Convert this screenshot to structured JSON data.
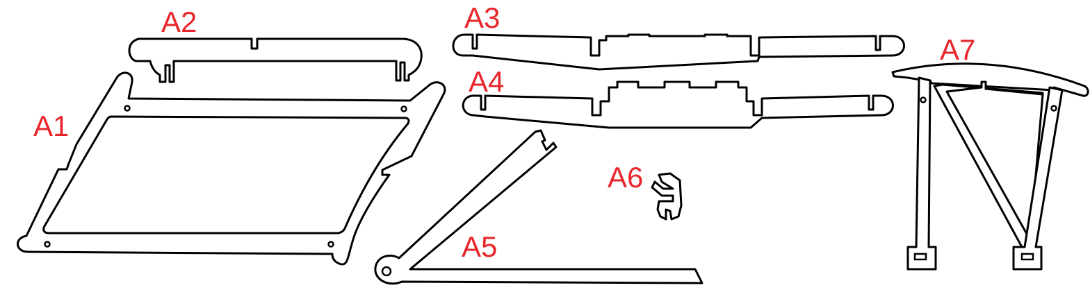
{
  "colors": {
    "outline": "#000000",
    "label": "#e8262b",
    "background": "#ffffff"
  },
  "parts": [
    {
      "id": "A1",
      "label": "A1"
    },
    {
      "id": "A2",
      "label": "A2"
    },
    {
      "id": "A3",
      "label": "A3"
    },
    {
      "id": "A4",
      "label": "A4"
    },
    {
      "id": "A5",
      "label": "A5"
    },
    {
      "id": "A6",
      "label": "A6"
    },
    {
      "id": "A7",
      "label": "A7"
    }
  ]
}
